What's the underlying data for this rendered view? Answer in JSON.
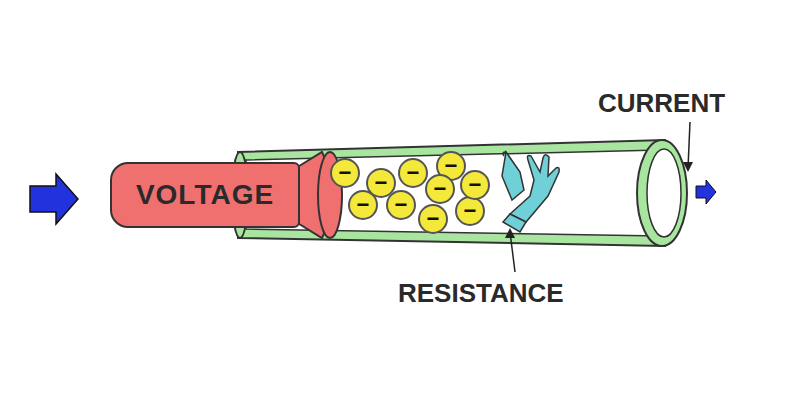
{
  "diagram": {
    "nodes": [
      {
        "text": [
          "VOLTAGE"
        ]
      },
      {
        "text": [
          "−"
        ]
      },
      {
        "text": [
          "−"
        ]
      },
      {
        "text": [
          "−"
        ]
      },
      {
        "text": [
          "−"
        ]
      },
      {
        "text": [
          "−"
        ]
      },
      {
        "text": [
          "−"
        ]
      },
      {
        "text": [
          "−"
        ]
      },
      {
        "text": [
          "−"
        ]
      },
      {
        "text": [
          "−"
        ]
      },
      {
        "text": [
          "−"
        ]
      }
    ],
    "labels": [
      "CURRENT",
      "RESISTANCE"
    ]
  }
}
